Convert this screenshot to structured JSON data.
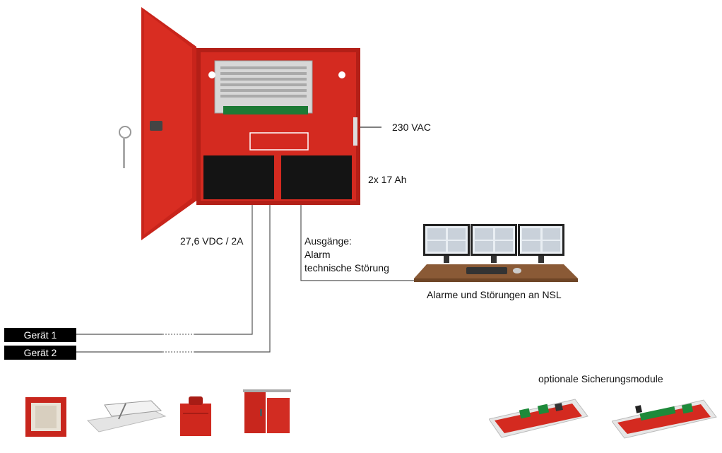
{
  "labels": {
    "mains": "230 VAC",
    "batteries": "2x 17 Ah",
    "output_voltage": "27,6 VDC / 2A",
    "outputs_heading": "Ausgänge:",
    "outputs_alarm": "Alarm",
    "outputs_fault": "technische Störung",
    "nsl_caption": "Alarme und Störungen an NSL",
    "optional_modules": "optionale Sicherungsmodule"
  },
  "devices": [
    {
      "label": "Gerät 1"
    },
    {
      "label": "Gerät 2"
    }
  ],
  "colors": {
    "cabinet_red": "#d42a20",
    "cabinet_dark": "#a81c15",
    "wire": "#333333",
    "tag_bg": "#000000",
    "desk_brown": "#8a5a36"
  },
  "icons": {
    "power_supply_cabinet": "power-supply-cabinet-icon",
    "monitoring_station": "control-room-monitors-icon",
    "fire_damper": "fire-damper-icon",
    "smoke_vent": "smoke-vent-icon",
    "gas_extinguisher": "extinguisher-box-icon",
    "fire_door": "fire-door-icon",
    "fuse_module_1": "fuse-module-icon",
    "fuse_module_2": "fuse-module-icon"
  }
}
